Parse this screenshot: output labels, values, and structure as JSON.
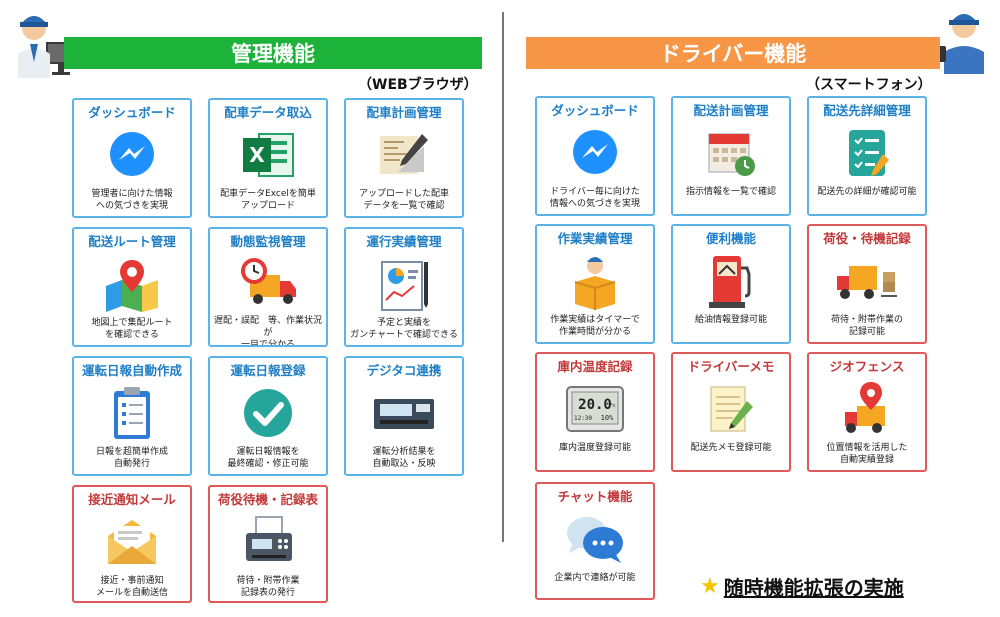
{
  "management": {
    "title": "管理機能",
    "subtitle": "（WEBブラウザ）",
    "cards": [
      {
        "title": "ダッシュボード",
        "desc": "管理者に向けた情報\nへの気づきを実現",
        "icon": "messenger-icon"
      },
      {
        "title": "配車データ取込",
        "desc": "配車データExcelを簡単\nアップロード",
        "icon": "excel-icon"
      },
      {
        "title": "配車計画管理",
        "desc": "アップロードした配車\nデータを一覧で確認",
        "icon": "blueprint-icon"
      },
      {
        "title": "配送ルート管理",
        "desc": "地図上で集配ルート\nを確認できる",
        "icon": "map-pin-icon"
      },
      {
        "title": "動態監視管理",
        "desc": "遅配・誤配　等、作業状況が\n一目で分かる",
        "icon": "clock-truck-icon"
      },
      {
        "title": "運行実績管理",
        "desc": "予定と実績を\nガンチャートで確認できる",
        "icon": "report-chart-icon"
      },
      {
        "title": "運転日報自動作成",
        "desc": "日報を超簡単作成\n自動発行",
        "icon": "clipboard-icon"
      },
      {
        "title": "運転日報登録",
        "desc": "運転日報情報を\n最終確認・修正可能",
        "icon": "check-circle-icon"
      },
      {
        "title": "デジタコ連携",
        "desc": "運転分析結果を\n自動取込・反映",
        "icon": "digital-tachograph-icon"
      },
      {
        "title": "接近通知メール",
        "desc": "接近・事前通知\nメールを自動送信",
        "icon": "envelope-icon"
      },
      {
        "title": "荷役待機・記録表",
        "desc": "荷待・附帯作業\n記録表の発行",
        "icon": "fax-printer-icon"
      }
    ]
  },
  "driver": {
    "title": "ドライバー機能",
    "subtitle": "（スマートフォン）",
    "cards": [
      {
        "title": "ダッシュボード",
        "desc": "ドライバー毎に向けた\n情報への気づきを実現",
        "icon": "messenger-icon"
      },
      {
        "title": "配送計画管理",
        "desc": "指示情報を一覧で確認",
        "icon": "calendar-clock-icon"
      },
      {
        "title": "配送先詳細管理",
        "desc": "配送先の詳細が確認可能",
        "icon": "checklist-icon"
      },
      {
        "title": "作業実績管理",
        "desc": "作業実績はタイマーで\n作業時間が分かる",
        "icon": "worker-box-icon"
      },
      {
        "title": "便利機能",
        "desc": "給油情報登録可能",
        "icon": "fuel-pump-icon"
      },
      {
        "title": "荷役・待機記録",
        "desc": "荷待・附帯作業の\n記録可能",
        "icon": "truck-cargo-icon"
      },
      {
        "title": "庫内温度記録",
        "desc": "庫内温度登録可能",
        "icon": "thermometer-display-icon"
      },
      {
        "title": "ドライバーメモ",
        "desc": "配送先メモ登録可能",
        "icon": "memo-pencil-icon"
      },
      {
        "title": "ジオフェンス",
        "desc": "位置情報を活用した\n自動実績登録",
        "icon": "geofence-truck-icon"
      },
      {
        "title": "チャット機能",
        "desc": "企業内で連絡が可能",
        "icon": "chat-bubbles-icon"
      }
    ]
  },
  "thermo_display": {
    "temp": "20.0",
    "unit": "°c",
    "time": "12:30",
    "humidity": "10%"
  },
  "footer": {
    "star": "★",
    "text": "随時機能拡張の実施"
  }
}
